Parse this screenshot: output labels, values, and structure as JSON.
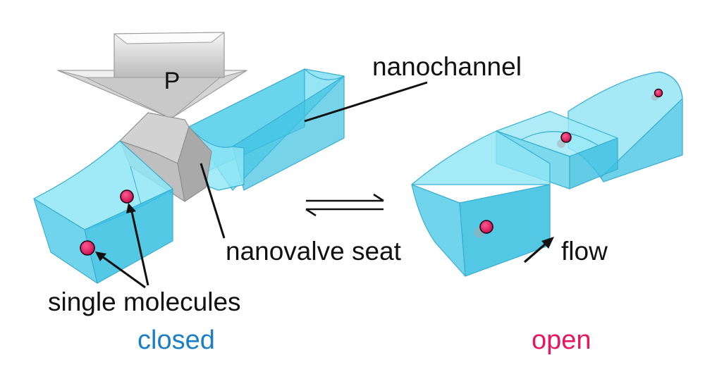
{
  "labels": {
    "pressure": "P",
    "nanochannel": "nanochannel",
    "nanovalve_seat": "nanovalve seat",
    "single_molecules": "single molecules",
    "flow": "flow",
    "closed": "closed",
    "open": "open"
  },
  "colors": {
    "channel_fill": "#5fd9f0",
    "channel_edge": "#3aaecf",
    "seat_fill": "#c7c7c7",
    "molecule": "#e8175d",
    "closed_text": "#1a7fc4",
    "open_text": "#e8175d",
    "text": "#111111"
  },
  "icons": {
    "equilibrium": "equilibrium-arrows-icon",
    "flow": "flow-arrow-icon",
    "pressure": "pressure-arrow-icon"
  }
}
